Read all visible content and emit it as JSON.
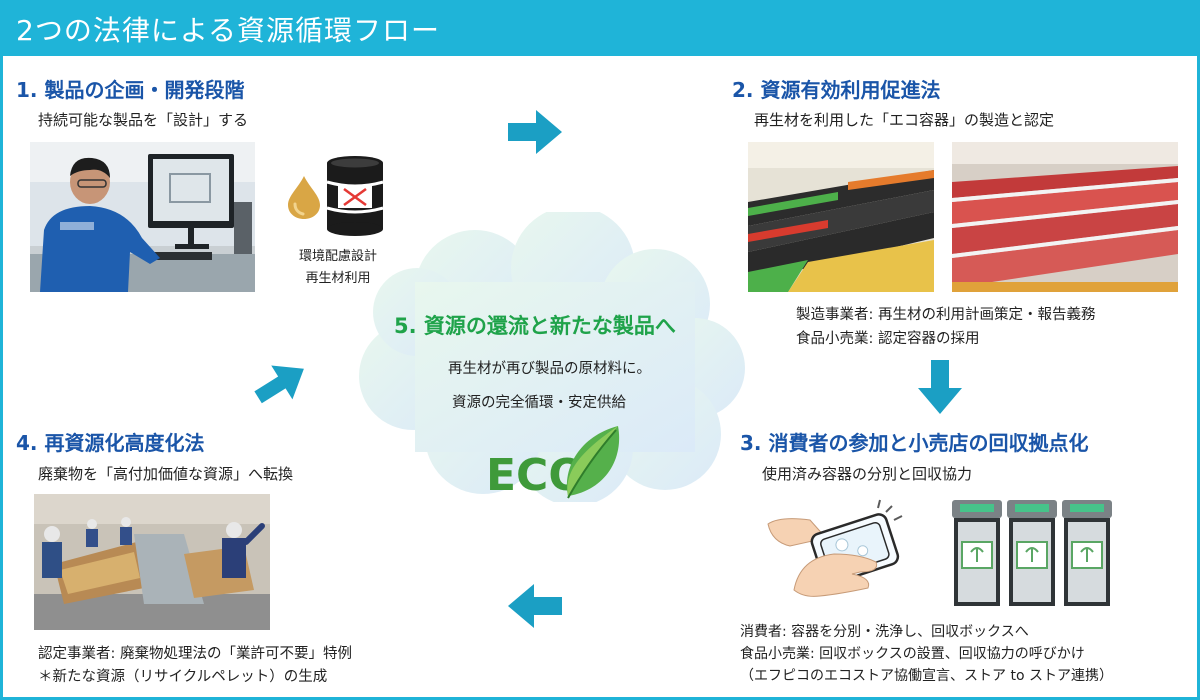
{
  "header": {
    "title": "2つの法律による資源循環フロー"
  },
  "step1": {
    "title": "1. 製品の企画・開発段階",
    "subtitle": "持続可能な製品を「設計」する",
    "caption_line1": "環境配慮設計",
    "caption_line2": "再生材利用"
  },
  "step2": {
    "title": "2. 資源有効利用促進法",
    "subtitle": "再生材を利用した「エコ容器」の製造と認定",
    "note_line1": "製造事業者: 再生材の利用計画策定・報告義務",
    "note_line2": "食品小売業: 認定容器の採用"
  },
  "step3": {
    "title": "3. 消費者の参加と小売店の回収拠点化",
    "subtitle": "使用済み容器の分別と回収協力",
    "note_line1": "消費者: 容器を分別・洗浄し、回収ボックスへ",
    "note_line2": "食品小売業: 回収ボックスの設置、回収協力の呼びかけ",
    "note_line3": "（エフピコのエコストア協働宣言、ストア to ストア連携）"
  },
  "step4": {
    "title": "4. 再資源化高度化法",
    "subtitle": "廃棄物を「高付加価値な資源」へ転換",
    "note_line1": "認定事業者: 廃棄物処理法の「業許可不要」特例",
    "note_line2": "＊新たな資源（リサイクルペレット）の生成"
  },
  "center": {
    "title": "5. 資源の還流と新たな製品へ",
    "line1": "再生材が再び製品の原材料に。",
    "line2": "資源の完全循環・安定供給",
    "logo_text": "ECO"
  },
  "colors": {
    "accent": "#1fb4d8",
    "title_blue": "#1a55a8",
    "arrow": "#1b9fc4",
    "eco_green": "#3f9a3a",
    "center_title": "#1fa34a"
  }
}
